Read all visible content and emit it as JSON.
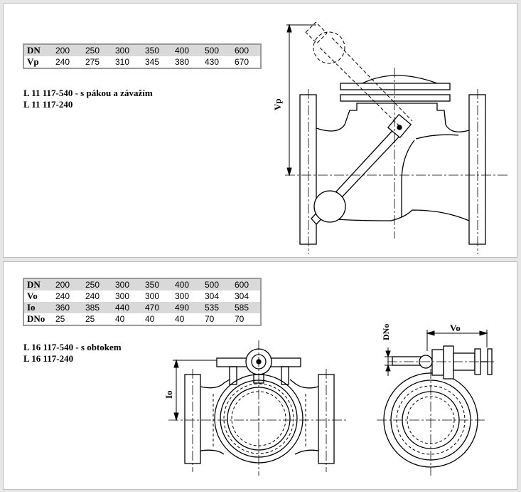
{
  "top_table": {
    "rows": [
      {
        "label": "DN",
        "values": [
          "200",
          "250",
          "300",
          "350",
          "400",
          "500",
          "600"
        ]
      },
      {
        "label": "Vp",
        "values": [
          "240",
          "275",
          "310",
          "345",
          "380",
          "430",
          "670"
        ]
      }
    ]
  },
  "top_codes": [
    "L 11 117-540  - s pákou a závažím",
    "L 11 117-240"
  ],
  "top_dimension_label": "Vp",
  "bottom_table": {
    "rows": [
      {
        "label": "DN",
        "values": [
          "200",
          "250",
          "300",
          "350",
          "400",
          "500",
          "600"
        ]
      },
      {
        "label": "Vo",
        "values": [
          "240",
          "240",
          "300",
          "300",
          "300",
          "304",
          "304"
        ]
      },
      {
        "label": "Io",
        "values": [
          "360",
          "385",
          "440",
          "470",
          "490",
          "535",
          "585"
        ]
      },
      {
        "label": "DNo",
        "values": [
          "25",
          "25",
          "40",
          "40",
          "40",
          "70",
          "70"
        ]
      }
    ]
  },
  "bottom_codes": [
    "L 16 117-540  - s obtokem",
    "L 16 117-240"
  ],
  "bottom_dimension_labels": {
    "io": "Io",
    "dno": "DNo",
    "vo": "Vo"
  }
}
